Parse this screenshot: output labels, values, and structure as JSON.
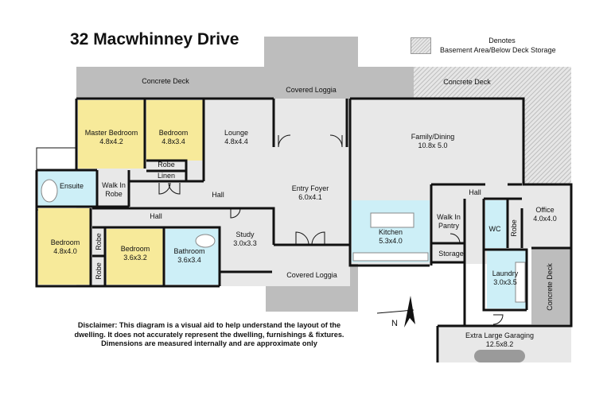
{
  "title": "32 Macwhinney Drive",
  "legend": {
    "line1": "Denotes",
    "line2": "Basement Area/Below Deck Storage"
  },
  "disclaimer": "Disclaimer: This diagram is a visual aid to help understand the layout of the dwelling. It does not accurately represent the dwelling, furnishings & fixtures. Dimensions are measured internally and are approximate only",
  "colors": {
    "bedroom": "#f7ea9a",
    "wet_area": "#cdeff7",
    "room": "#e8e8e8",
    "deck": "#bdbdbd",
    "wall": "#111111"
  },
  "areas": {
    "concrete_deck_left": {
      "name": "Concrete Deck"
    },
    "covered_loggia_top": {
      "name": "Covered Loggia"
    },
    "concrete_deck_right": {
      "name": "Concrete Deck"
    },
    "master_bedroom": {
      "name": "Master Bedroom",
      "dim": "4.8x4.2"
    },
    "bedroom_top": {
      "name": "Bedroom",
      "dim": "4.8x3.4"
    },
    "lounge": {
      "name": "Lounge",
      "dim": "4.8x4.4"
    },
    "family_dining": {
      "name": "Family/Dining",
      "dim": "10.8x 5.0"
    },
    "robe_top": {
      "name": "Robe"
    },
    "linen": {
      "name": "Linen"
    },
    "ensuite": {
      "name": "Ensuite"
    },
    "walk_in_robe": {
      "name": "Walk In",
      "name2": "Robe"
    },
    "hall_main": {
      "name": "Hall"
    },
    "entry_foyer": {
      "name": "Entry Foyer",
      "dim": "6.0x4.1"
    },
    "hall_right": {
      "name": "Hall"
    },
    "office": {
      "name": "Office",
      "dim": "4.0x4.0"
    },
    "hall_left": {
      "name": "Hall"
    },
    "bedroom_left": {
      "name": "Bedroom",
      "dim": "4.8x4.0"
    },
    "robe_left_1": {
      "name": "Robe"
    },
    "robe_left_2": {
      "name": "Robe"
    },
    "bedroom_mid": {
      "name": "Bedroom",
      "dim": "3.6x3.2"
    },
    "bathroom": {
      "name": "Bathroom",
      "dim": "3.6x3.4"
    },
    "study": {
      "name": "Study",
      "dim": "3.0x3.3"
    },
    "kitchen": {
      "name": "Kitchen",
      "dim": "5.3x4.0"
    },
    "walk_in_pantry": {
      "name": "Walk In",
      "name2": "Pantry"
    },
    "storage": {
      "name": "Storage"
    },
    "wc": {
      "name": "WC"
    },
    "robe_office": {
      "name": "Robe"
    },
    "covered_loggia_bottom": {
      "name": "Covered Loggia"
    },
    "laundry": {
      "name": "Laundry",
      "dim": "3.0x3.5"
    },
    "concrete_deck_side": {
      "name": "Concrete Deck"
    },
    "garage": {
      "name": "Extra Large Garaging",
      "dim": "12.5x8.2"
    }
  },
  "north_label": "N"
}
